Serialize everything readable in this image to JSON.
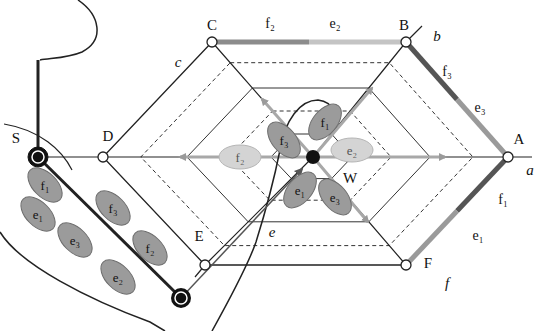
{
  "diagram": {
    "nodes": [
      {
        "text": [
          "f₁"
        ]
      },
      {
        "text": [
          "e₁"
        ]
      },
      {
        "text": [
          "f₃"
        ]
      },
      {
        "text": [
          "e₃"
        ]
      },
      {
        "text": [
          "f₂"
        ]
      },
      {
        "text": [
          "e₂"
        ]
      },
      {
        "text": [
          "f₁"
        ]
      },
      {
        "text": [
          "f₃"
        ]
      },
      {
        "text": [
          "f₂"
        ]
      },
      {
        "text": [
          "e₂"
        ]
      },
      {
        "text": [
          "e₁"
        ]
      },
      {
        "text": [
          "e₃"
        ]
      }
    ],
    "labels": [
      "C",
      "f₂",
      "e₂",
      "B",
      "b",
      "c",
      "f₃",
      "e₃",
      "A",
      "D",
      "a",
      "S",
      "W",
      "e",
      "E",
      "f₁",
      "e₁",
      "F",
      "f"
    ]
  }
}
